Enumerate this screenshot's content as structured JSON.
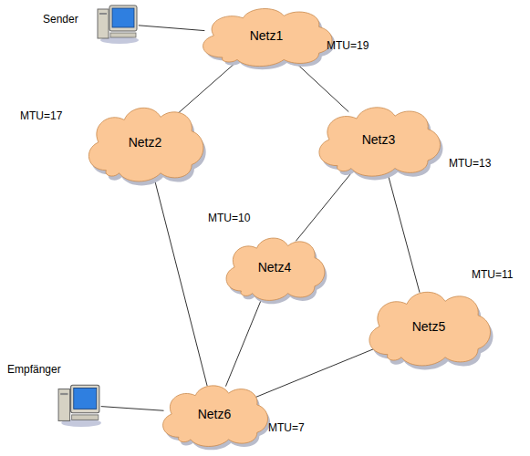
{
  "diagram": {
    "nodes": [
      {
        "text": [
          "Sender"
        ]
      },
      {
        "text": [
          "Netz1",
          "MTU=19"
        ]
      },
      {
        "text": [
          "Netz2",
          "MTU=17"
        ]
      },
      {
        "text": [
          "Netz3",
          "MTU=13"
        ]
      },
      {
        "text": [
          "Netz4",
          "MTU=10"
        ]
      },
      {
        "text": [
          "Netz5",
          "MTU=11"
        ]
      },
      {
        "text": [
          "Empfänger"
        ]
      },
      {
        "text": [
          "Netz6",
          "MTU=7"
        ]
      }
    ],
    "edges": [
      {
        "from": 0,
        "to": 1,
        "arrow": "none"
      },
      {
        "from": 1,
        "to": 2,
        "arrow": "none"
      },
      {
        "from": 1,
        "to": 3,
        "arrow": "none"
      },
      {
        "from": 2,
        "to": 7,
        "arrow": "none"
      },
      {
        "from": 3,
        "to": 4,
        "arrow": "none"
      },
      {
        "from": 3,
        "to": 5,
        "arrow": "none"
      },
      {
        "from": 4,
        "to": 7,
        "arrow": "none"
      },
      {
        "from": 5,
        "to": 7,
        "arrow": "none"
      },
      {
        "from": 6,
        "to": 7,
        "arrow": "none"
      }
    ]
  }
}
